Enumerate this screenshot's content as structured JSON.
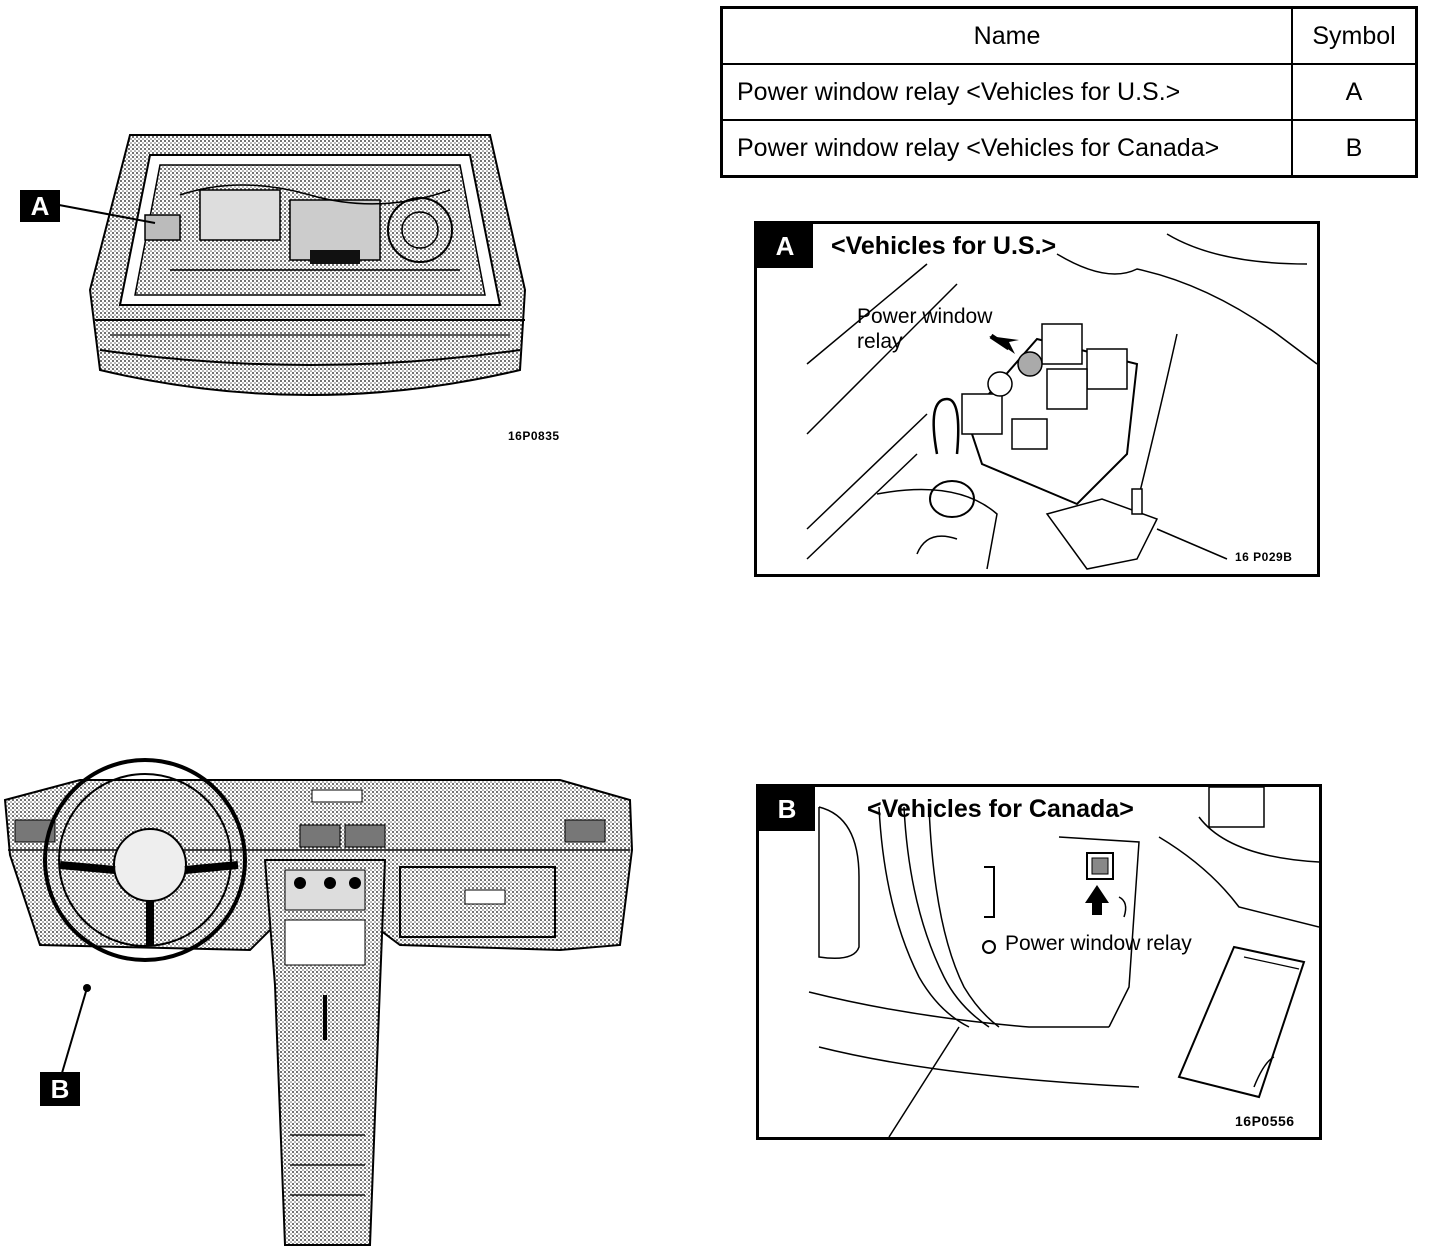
{
  "legend": {
    "headers": {
      "name": "Name",
      "symbol": "Symbol"
    },
    "rows": [
      {
        "name": "Power window relay <Vehicles for U.S.>",
        "symbol": "A"
      },
      {
        "name": "Power window relay <Vehicles for Canada>",
        "symbol": "B"
      }
    ]
  },
  "engine_view": {
    "tag": "A",
    "code": "16P0835"
  },
  "dashboard_view": {
    "tag": "B"
  },
  "detail_a": {
    "tag": "A",
    "title": "<Vehicles for U.S.>",
    "label": "Power window relay",
    "code": "16 P029B"
  },
  "detail_b": {
    "tag": "B",
    "title": "<Vehicles for Canada>",
    "label": "Power window relay",
    "code": "16P0556"
  }
}
